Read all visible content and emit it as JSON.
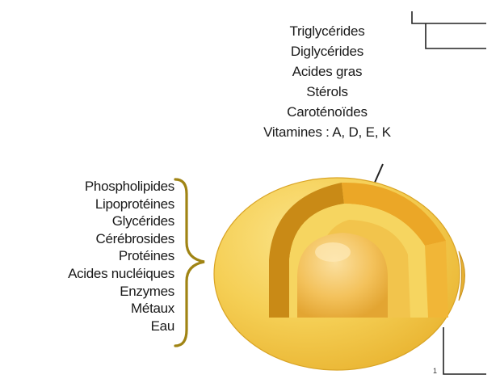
{
  "core_components": [
    "Triglycérides",
    "Diglycérides",
    "Acides gras",
    "Stérols",
    "Caroténoïdes",
    "Vitamines : A, D, E, K"
  ],
  "membrane_components": [
    "Phospholipides",
    "Lipoprotéines",
    "Glycérides",
    "Cérébrosides",
    "Protéines",
    "Acides nucléiques",
    "Enzymes",
    "Métaux",
    "Eau"
  ],
  "corner_mark": "1",
  "colors": {
    "membrane_outer": "#f3c74a",
    "membrane_mid": "#f6d35c",
    "cut_face_dark": "#c98a16",
    "cut_face_orange": "#eba727",
    "inner_layer": "#f7dc6a",
    "core": "#f2b63a",
    "brace": "#a08414",
    "lines": "#222222"
  }
}
